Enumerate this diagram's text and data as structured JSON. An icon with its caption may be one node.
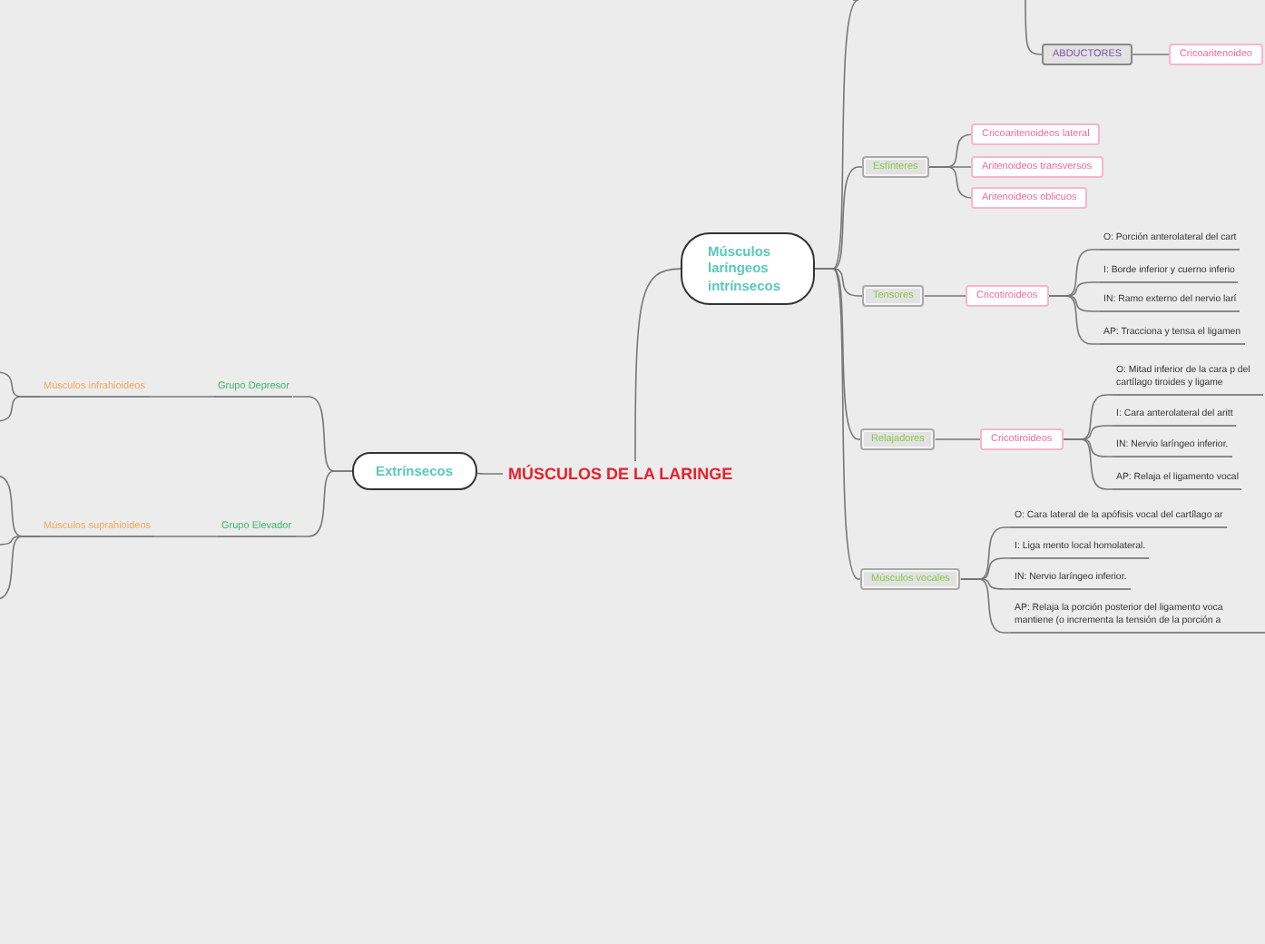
{
  "diagram": {
    "nodes": [
      {
        "text": [
          "MÚSCULOS DE LA LARINGE"
        ]
      },
      {
        "text": [
          "Músculos laríngeos intrínsecos"
        ]
      },
      {
        "text": [
          "Extrínsecos"
        ]
      },
      {
        "text": [
          "ABDUCTORES"
        ]
      },
      {
        "text": [
          "Cricoaritenoideo"
        ]
      },
      {
        "text": [
          "Esfínteres"
        ]
      },
      {
        "text": [
          "Cricoaritenoideos lateral"
        ]
      },
      {
        "text": [
          "Aritenoideos transversos"
        ]
      },
      {
        "text": [
          "Aritenoideos oblicuos"
        ]
      },
      {
        "text": [
          "Tensores"
        ]
      },
      {
        "text": [
          "Cricotiroideos"
        ]
      },
      {
        "text": [
          "O: Porción anterolateral del cart"
        ]
      },
      {
        "text": [
          "I: Borde inferior y cuerno inferio"
        ]
      },
      {
        "text": [
          "IN: Ramo externo del nervio larí"
        ]
      },
      {
        "text": [
          "AP: Tracciona y tensa el ligamen"
        ]
      },
      {
        "text": [
          "Relajadores"
        ]
      },
      {
        "text": [
          "Cricotiroideos"
        ]
      },
      {
        "text": [
          "O: Mitad inferior de la cara p del cartílago tiroides y ligame"
        ]
      },
      {
        "text": [
          "I: Cara anterolateral del aritt"
        ]
      },
      {
        "text": [
          "IN: Nervio laríngeo inferior."
        ]
      },
      {
        "text": [
          "AP: Relaja el ligamento vocal"
        ]
      },
      {
        "text": [
          "Músculos vocales"
        ]
      },
      {
        "text": [
          "O: Cara lateral de la apófisis vocal del cartílago ar"
        ]
      },
      {
        "text": [
          "I: Liga mento local homolateral."
        ]
      },
      {
        "text": [
          "IN: Nervio laríngeo inferior."
        ]
      },
      {
        "text": [
          "AP: Relaja la porción posterior del ligamento voca mantiene (o incrementa la tensión de la porción a"
        ]
      },
      {
        "text": [
          "Grupo Depresor"
        ]
      },
      {
        "text": [
          "Músculos infrahioideos"
        ]
      },
      {
        "text": [
          "Grupo Elevador"
        ]
      },
      {
        "text": [
          "Músculos suprahioideos"
        ]
      }
    ],
    "edges": [
      {
        "from": 0,
        "to": 1,
        "arrow": "none"
      },
      {
        "from": 0,
        "to": 2,
        "arrow": "none"
      },
      {
        "from": 1,
        "to": 5,
        "arrow": "none"
      },
      {
        "from": 1,
        "to": 9,
        "arrow": "none"
      },
      {
        "from": 1,
        "to": 15,
        "arrow": "none"
      },
      {
        "from": 1,
        "to": 21,
        "arrow": "none"
      },
      {
        "from": 1,
        "to": null,
        "arrow": "none"
      },
      {
        "from": null,
        "to": 3,
        "arrow": "none"
      },
      {
        "from": 3,
        "to": 4,
        "arrow": "none"
      },
      {
        "from": 5,
        "to": 6,
        "arrow": "none"
      },
      {
        "from": 5,
        "to": 7,
        "arrow": "none"
      },
      {
        "from": 5,
        "to": 8,
        "arrow": "none"
      },
      {
        "from": 9,
        "to": 10,
        "arrow": "none"
      },
      {
        "from": 10,
        "to": 11,
        "arrow": "none"
      },
      {
        "from": 10,
        "to": 12,
        "arrow": "none"
      },
      {
        "from": 10,
        "to": 13,
        "arrow": "none"
      },
      {
        "from": 10,
        "to": 14,
        "arrow": "none"
      },
      {
        "from": 15,
        "to": 16,
        "arrow": "none"
      },
      {
        "from": 16,
        "to": 17,
        "arrow": "none"
      },
      {
        "from": 16,
        "to": 18,
        "arrow": "none"
      },
      {
        "from": 16,
        "to": 19,
        "arrow": "none"
      },
      {
        "from": 16,
        "to": 20,
        "arrow": "none"
      },
      {
        "from": 21,
        "to": 22,
        "arrow": "none"
      },
      {
        "from": 21,
        "to": 23,
        "arrow": "none"
      },
      {
        "from": 21,
        "to": 24,
        "arrow": "none"
      },
      {
        "from": 21,
        "to": 25,
        "arrow": "none"
      },
      {
        "from": 2,
        "to": 26,
        "arrow": "none"
      },
      {
        "from": 2,
        "to": 28,
        "arrow": "none"
      },
      {
        "from": 26,
        "to": 27,
        "arrow": "none"
      },
      {
        "from": 28,
        "to": 29,
        "arrow": "none"
      },
      {
        "from": 27,
        "to": null,
        "arrow": "none"
      },
      {
        "from": 27,
        "to": null,
        "arrow": "none"
      },
      {
        "from": 29,
        "to": null,
        "arrow": "none"
      },
      {
        "from": 29,
        "to": null,
        "arrow": "none"
      },
      {
        "from": 29,
        "to": null,
        "arrow": "none"
      }
    ]
  }
}
